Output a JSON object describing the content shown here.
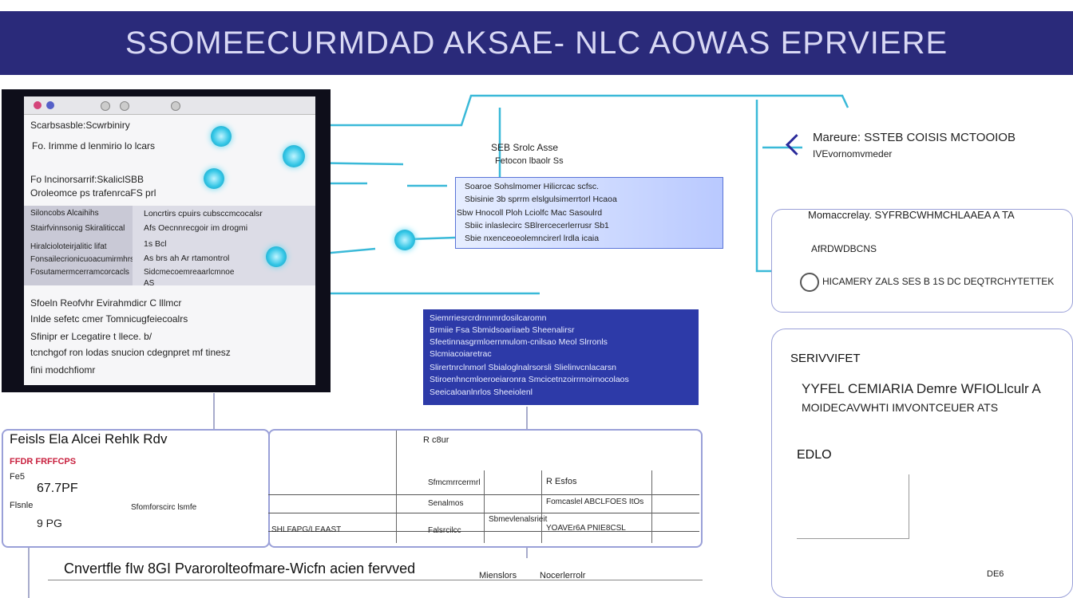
{
  "header": {
    "title": "SSOMEECURMDAD AKSAE-    NLC AOWAS EPRVIERE"
  },
  "left_window": {
    "lines": [
      "Scarbsasble:Scwrbiniry",
      "Fo. Irimme d lenmirio lo lcars",
      "Fo Incinorsarrif:SkaliclSBB",
      "Oroleomce ps trafenrcaFS prl",
      "Siloncobs  Alcaihihs",
      "Stairfvinnsonig  Skiraliticcal",
      "Hiralcioloteirjalitic lifat",
      "Fonsailecrionicuoacumirmhrs",
      "Fosutamermcerramcorcacls",
      "Sfoeln Reofvhr Evirahmdicr C lllmcr",
      "Inlde sefetc cmer Tomnicugfeiecoalrs",
      "Sfinipr er  Lcegatire t llece. b/",
      "tcnchgof ron lodas snucion  cdegnpret mf tinesz",
      "fini modchfiomr"
    ],
    "mid_lines": [
      "Loncrtirs cpuirs cubsccmcocalsr",
      "Afs  Oecnnrecgoir im drogmi",
      "1s Bcl",
      "As  brs ah Ar rtamontrol",
      "Sidcmecoemreaarlcmnoe",
      "AS"
    ]
  },
  "center_label": {
    "line1": "SEB Srolc Asse",
    "line2": "Fetocon lbaolr Ss"
  },
  "light_box": {
    "lines": [
      "Soaroe Sohslmomer Hilicrcac scfsc.",
      "Sbisinie 3b sprrm elslgulsimerrtorl Hcaoa",
      "Sbw  Hnocoll Ploh  Lciolfc Mac Sasoulrd",
      "Sbiic  inlaslecirc  SBlrercecerlerrusr Sb1",
      "Sbie nxenceoeolemncirerl lrdla icaia"
    ]
  },
  "blue_box": {
    "lines": [
      "Siemrriesrcrdrnnmrdosilcaromn",
      "Brmiie  Fsa Sbmidsoariiaeb Sheenalirsr",
      "Sfeetinnasgrmloernmulom-cnilsao  Meol  Slrronls",
      "Slcmiacoiaretrac",
      "Slirertnrclnmorl  Sbialoglnalrsorsli  Slielinvcnlacarsn",
      "Stiroenhncmloeroeiaronra  Smcicetnzoirrmoirnocolaos",
      "Seeicaloanlnrlos  Sheeiolenl"
    ]
  },
  "right_top": {
    "line1": "Mareure: SSTEB COISIS MCTOOIOB",
    "line2": "IVEvornomvmeder"
  },
  "right_mid": {
    "line1": "Momaccrelay. SYFRBCWHMCHLAAEA A TA",
    "line2": "AfRDWDBCNS",
    "line3": "HICAMERY ZALS SES B 1S DC DEQTRCHYTETTEK"
  },
  "right_bottom": {
    "title": "SERIVVIFET",
    "row1": "YYFEL CEMIARIA Demre WFIOLlculr A",
    "row2": "MOIDECAVWHTI IMVONTCEUER ATS",
    "sub": "EDLO",
    "foot": "DE6"
  },
  "table_panel": {
    "title": "Feisls Ela Alcei Rehlk Rdv",
    "red_label": "FFDR FRFFCPS",
    "value": "67.7PF",
    "small1": "Fe5",
    "small2": "9  PG",
    "small3": "Flsnle",
    "mini": "R  c8ur",
    "right_hdr": "R Esfos",
    "cells": [
      "Sfomforscirc lsmfe",
      "Fomcaslel ABCLFOES ItOs",
      "SHLFAPG/LEAAST",
      "Senalmos",
      "Falsrcilcc",
      "Sfmcmrrcermrl",
      "Sbmevlenalsrieit",
      "YOAVEr6A  PNIE8CSL"
    ]
  },
  "footer": {
    "caption": "Cnvertfle fIw 8GI Pvarorolteofmare-Wicfn acien fervved",
    "b1": "Mienslors",
    "b2": "Nocerlerrolr"
  },
  "colors": {
    "navy": "#2a2a7a",
    "cyan": "#33c6e6",
    "blue": "#2d3aa8"
  }
}
